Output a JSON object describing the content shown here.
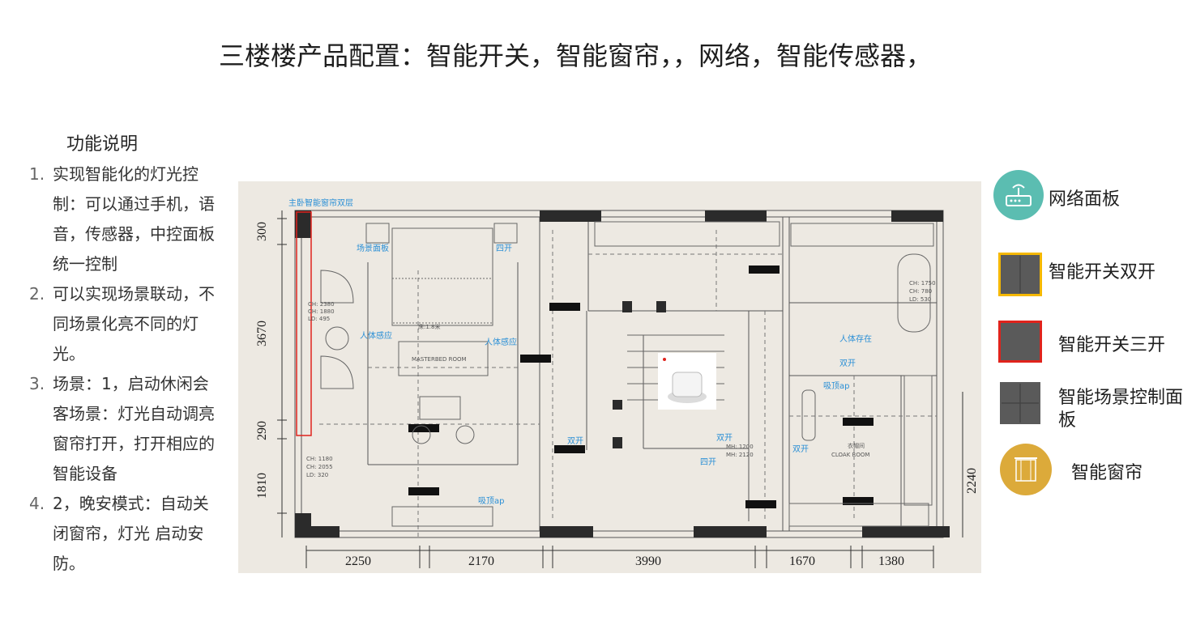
{
  "page": {
    "title": "三楼楼产品配置：智能开关，智能窗帘，，网络，智能传感器，"
  },
  "function": {
    "title": "功能说明",
    "items": [
      {
        "num": "1.",
        "text": "实现智能化的灯光控制：可以通过手机，语音，传感器，中控面板统一控制"
      },
      {
        "num": "2.",
        "text": "可以实现场景联动，不同场景化亮不同的灯光。"
      },
      {
        "num": "3.",
        "text": "场景：1，启动休闲会客场景：灯光自动调亮窗帘打开，打开相应的智能设备"
      },
      {
        "num": "4.",
        "text": " 2，晚安模式：自动关闭窗帘，灯光 启动安防。"
      }
    ]
  },
  "plan": {
    "dimensions_left": [
      "300",
      "3670",
      "290",
      "1810"
    ],
    "dimensions_bottom": [
      "2250",
      "2170",
      "3990",
      "1670",
      "1380"
    ],
    "dimension_right": "2240",
    "labels": {
      "curtain_double": "主卧智能窗帘双层",
      "scene_panel": "场景面板",
      "four_switch_top": "四开",
      "body_sensor_left": "人体感应",
      "body_sensor_right": "人体感应",
      "masterbed": "MASTERBED ROOM",
      "ceiling_ap_bottom": "吸顶ap",
      "double_switch_stair": "双开",
      "double_switch_hall": "双开",
      "four_switch_hall": "四开",
      "presence_sensor": "人体存在",
      "double_switch_bath": "双开",
      "ceiling_ap_right": "吸顶ap",
      "double_switch_cloak": "双开",
      "cloak_cn": "衣帽间",
      "cloak_en": "CLOAK ROOM",
      "note_left_1": "CH: 2380",
      "note_left_2": "CH: 1880",
      "note_left_3": "LD: 495",
      "note_left_4": "CH: 1180",
      "note_left_5": "CH: 2055",
      "note_left_6": "LD: 320",
      "bed_note": "床:1.8米",
      "bath_note_1": "CH: 1750",
      "bath_note_2": "CH: 780",
      "bath_note_3": "LD: 530",
      "door_note_1": "MH: 1200",
      "door_note_2": "MH: 2120"
    },
    "colors": {
      "background": "#ede9e2",
      "wall": "#2b2b2b",
      "blue_label": "#2a8fd6",
      "red_highlight": "#e0231c"
    }
  },
  "legend": {
    "items": [
      {
        "label": "网络面板",
        "icon": "router-icon"
      },
      {
        "label": "智能开关双开",
        "icon": "double-switch-icon"
      },
      {
        "label": "智能开关三开",
        "icon": "triple-switch-icon"
      },
      {
        "label": "智能场景控制面板",
        "icon": "scene-panel-icon"
      },
      {
        "label": "智能窗帘",
        "icon": "curtain-icon"
      }
    ],
    "colors": {
      "router_bg": "#5bbdb1",
      "double_border": "#f5b800",
      "triple_border": "#e0231c",
      "switch_face": "#5a5a5a",
      "curtain_bg": "#dcaa3a"
    }
  }
}
